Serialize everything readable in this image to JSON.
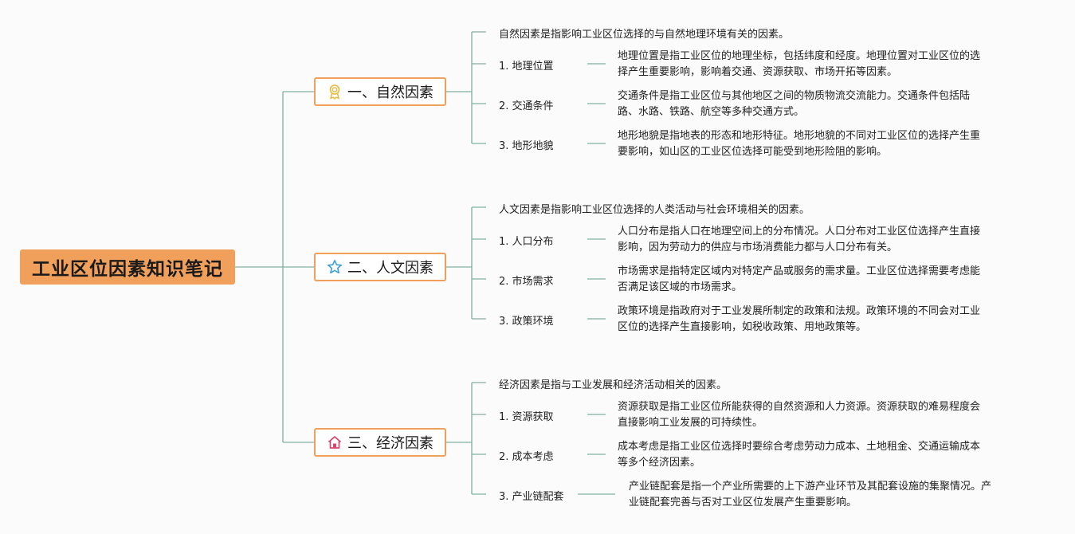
{
  "root": {
    "label": "工业区位因素知识笔记"
  },
  "branches": [
    {
      "label": "一、自然因素",
      "icon": "award-ribbon-icon",
      "icon_color": "#e8b93a",
      "intro": "自然因素是指影响工业区位选择的与自然地理环境有关的因素。",
      "items": [
        {
          "label": "1. 地理位置",
          "desc_line1": "地理位置是指工业区位的地理坐标，包括纬度和经度。地理位置对工业区位的选",
          "desc_line2": "择产生重要影响，影响着交通、资源获取、市场开拓等因素。"
        },
        {
          "label": "2. 交通条件",
          "desc_line1": "交通条件是指工业区位与其他地区之间的物质物流交流能力。交通条件包括陆",
          "desc_line2": "路、水路、铁路、航空等多种交通方式。"
        },
        {
          "label": "3. 地形地貌",
          "desc_line1": "地形地貌是指地表的形态和地形特征。地形地貌的不同对工业区位的选择产生重",
          "desc_line2": "要影响，如山区的工业区位选择可能受到地形险阻的影响。"
        }
      ]
    },
    {
      "label": "二、人文因素",
      "icon": "star-icon",
      "icon_color": "#3b9fd8",
      "intro": "人文因素是指影响工业区位选择的人类活动与社会环境相关的因素。",
      "items": [
        {
          "label": "1. 人口分布",
          "desc_line1": "人口分布是指人口在地理空间上的分布情况。人口分布对工业区位选择产生直接",
          "desc_line2": "影响，因为劳动力的供应与市场消费能力都与人口分布有关。"
        },
        {
          "label": "2. 市场需求",
          "desc_line1": "市场需求是指特定区域内对特定产品或服务的需求量。工业区位选择需要考虑能",
          "desc_line2": "否满足该区域的市场需求。"
        },
        {
          "label": "3. 政策环境",
          "desc_line1": "政策环境是指政府对于工业发展所制定的政策和法规。政策环境的不同会对工业",
          "desc_line2": "区位的选择产生直接影响，如税收政策、用地政策等。"
        }
      ]
    },
    {
      "label": "三、经济因素",
      "icon": "house-icon",
      "icon_color": "#d9456a",
      "intro": "经济因素是指与工业发展和经济活动相关的因素。",
      "items": [
        {
          "label": "1. 资源获取",
          "desc_line1": "资源获取是指工业区位所能获得的自然资源和人力资源。资源获取的难易程度会",
          "desc_line2": "直接影响工业发展的可持续性。"
        },
        {
          "label": "2. 成本考虑",
          "desc_line1": "成本考虑是指工业区位选择时要综合考虑劳动力成本、土地租金、交通运输成本",
          "desc_line2": "等多个经济因素。"
        },
        {
          "label": "3. 产业链配套",
          "desc_line1": "产业链配套是指一个产业所需要的上下游产业环节及其配套设施的集聚情况。产",
          "desc_line2": "业链配套完善与否对工业区位发展产生重要影响。"
        }
      ]
    }
  ],
  "colors": {
    "root_fill": "#f0a05a",
    "branch_border": "#f0a05a",
    "line": "#7fb3a0"
  }
}
